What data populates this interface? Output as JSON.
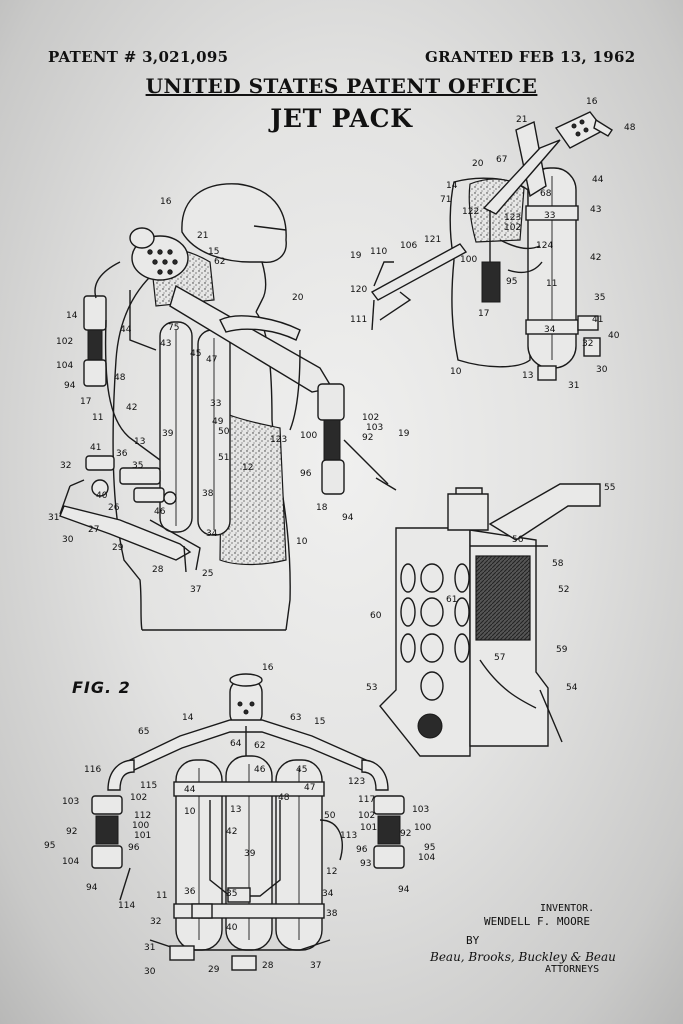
{
  "header": {
    "patent_number": "PATENT # 3,021,095",
    "granted": "GRANTED FEB 13, 1962",
    "office": "UNITED STATES PATENT OFFICE",
    "title": "JET PACK"
  },
  "figure_label": "FIG. 2",
  "signature": {
    "inventor_label": "INVENTOR.",
    "inventor_name": "WENDELL F. MOORE",
    "by": "BY",
    "firm": "Beau, Brooks, Buckley & Beau",
    "attorneys": "ATTORNEYS"
  },
  "reference_numerals": {
    "fig1": [
      "16",
      "21",
      "15",
      "62",
      "20",
      "14",
      "102",
      "104",
      "94",
      "17",
      "44",
      "48",
      "75",
      "43",
      "45",
      "47",
      "42",
      "11",
      "33",
      "39",
      "13",
      "41",
      "36",
      "35",
      "32",
      "40",
      "26",
      "31",
      "27",
      "30",
      "29",
      "46",
      "49",
      "50",
      "51",
      "12",
      "38",
      "34",
      "37",
      "25",
      "28",
      "123",
      "100",
      "103",
      "96",
      "92",
      "19",
      "18",
      "10"
    ],
    "fig3": [
      "16",
      "48",
      "21",
      "67",
      "20",
      "14",
      "71",
      "122",
      "123",
      "102",
      "68",
      "44",
      "33",
      "43",
      "121",
      "110",
      "106",
      "124",
      "42",
      "11",
      "19",
      "120",
      "100",
      "95",
      "35",
      "111",
      "17",
      "34",
      "41",
      "32",
      "40",
      "10",
      "13",
      "31",
      "30"
    ],
    "fig4": [
      "55",
      "56",
      "58",
      "61",
      "52",
      "60",
      "57",
      "59",
      "53",
      "54"
    ],
    "fig2": [
      "16",
      "65",
      "14",
      "64",
      "62",
      "63",
      "15",
      "116",
      "115",
      "102",
      "112",
      "100",
      "101",
      "103",
      "92",
      "95",
      "104",
      "96",
      "94",
      "114",
      "11",
      "36",
      "35",
      "32",
      "31",
      "30",
      "29",
      "28",
      "37",
      "40",
      "39",
      "42",
      "13",
      "10",
      "44",
      "46",
      "45",
      "47",
      "48",
      "123",
      "117",
      "113",
      "50",
      "12",
      "34",
      "38",
      "93"
    ]
  }
}
